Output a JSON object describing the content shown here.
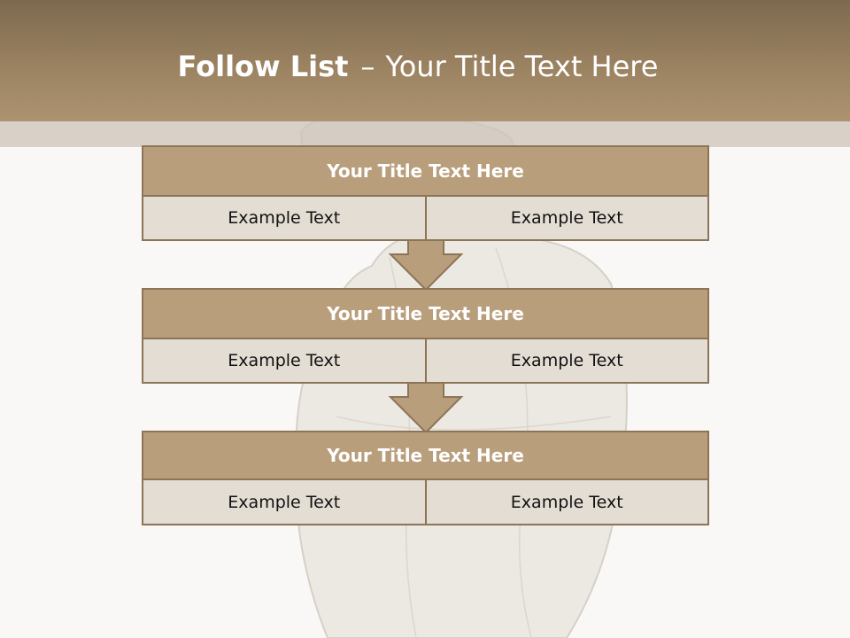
{
  "slide": {
    "title_bold": "Follow List",
    "title_separator": "–",
    "title_rest": "Your Title Text Here"
  },
  "blocks": [
    {
      "title": "Your Title Text Here",
      "left": "Example Text",
      "right": "Example Text"
    },
    {
      "title": "Your Title Text Here",
      "left": "Example Text",
      "right": "Example Text"
    },
    {
      "title": "Your Title Text Here",
      "left": "Example Text",
      "right": "Example Text"
    }
  ],
  "colors": {
    "header": "#9b8261",
    "block_title": "#b99e7c",
    "block_body": "#e4ddd4",
    "border": "#8c7457"
  },
  "icons": [
    "down-arrow-icon",
    "acupuncture-model-figure"
  ]
}
